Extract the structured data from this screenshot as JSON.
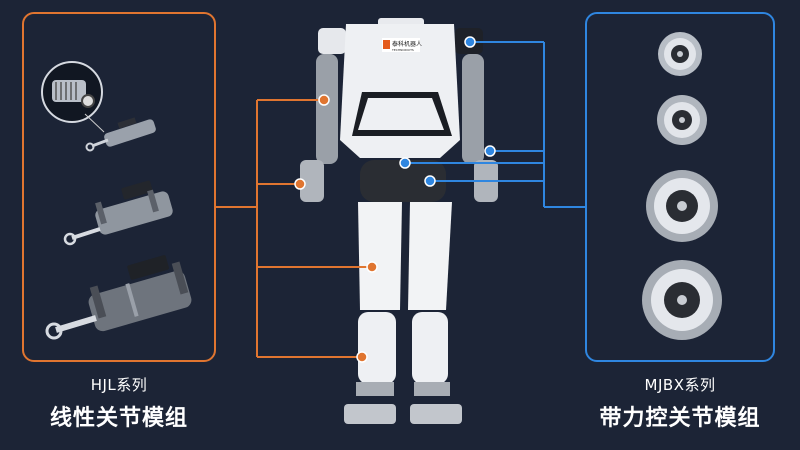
{
  "left_product": {
    "series_label": "HJL系列",
    "module_label": "线性关节模组",
    "accent_color": "#e07530"
  },
  "right_product": {
    "series_label": "MJBX系列",
    "module_label": "带力控关节模组",
    "accent_color": "#2f86e0"
  },
  "robot": {
    "chest_logo": "泰科机器人",
    "chest_logo_sub": "TECHNODUITS"
  },
  "background_color": "#1c2436"
}
